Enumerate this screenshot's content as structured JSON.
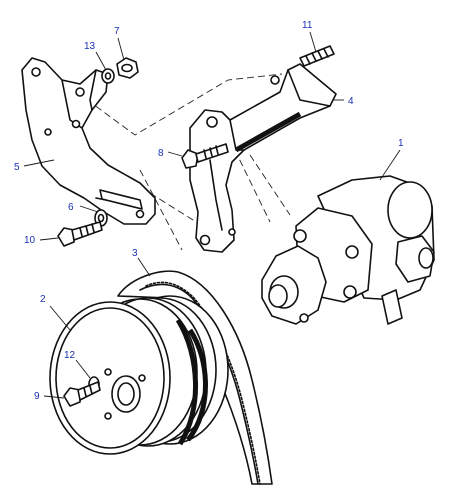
{
  "callouts": {
    "c1": "1",
    "c2": "2",
    "c3": "3",
    "c4": "4",
    "c5": "5",
    "c6": "6",
    "c7": "7",
    "c8": "8",
    "c9": "9",
    "c10": "10",
    "c11": "11",
    "c12": "12",
    "c13": "13"
  },
  "colors": {
    "callout": "#1c2fb8",
    "ink": "#111111",
    "background": "#ffffff"
  }
}
